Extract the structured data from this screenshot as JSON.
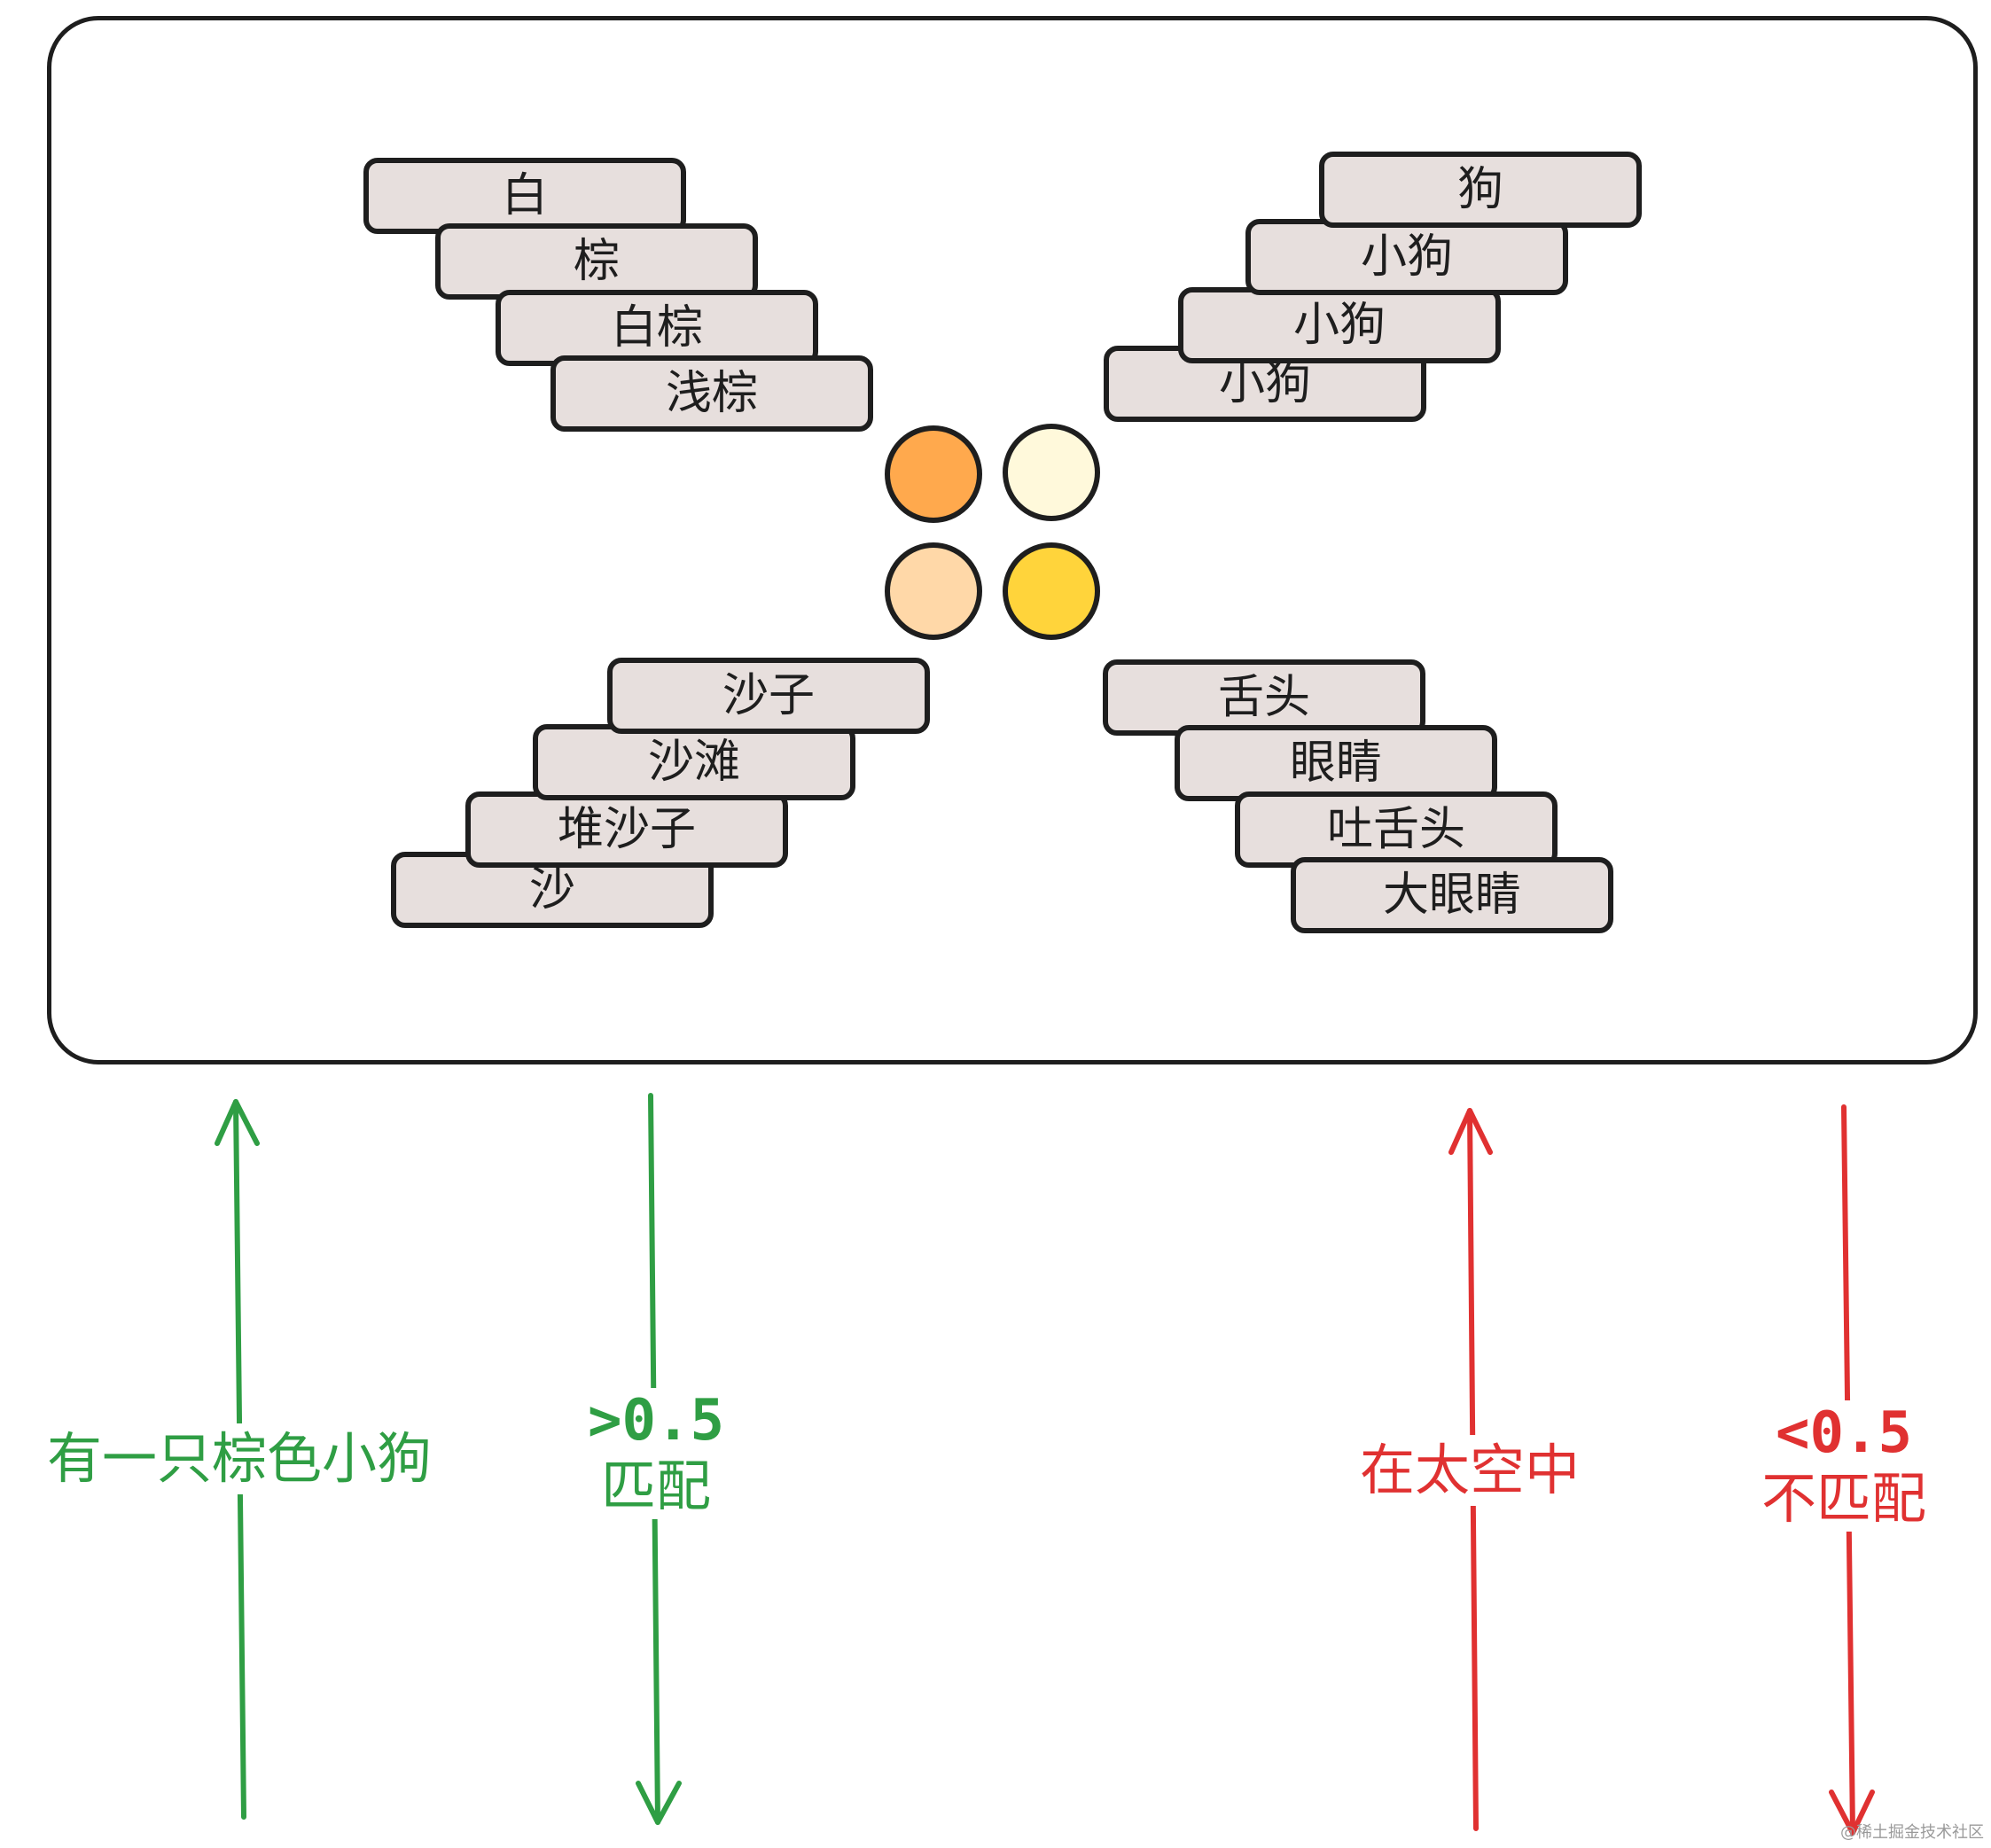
{
  "groups": {
    "top_left": [
      "白",
      "棕",
      "白棕",
      "浅棕"
    ],
    "top_right": [
      "狗",
      "小狗",
      "小狗",
      "小狗"
    ],
    "bottom_left": [
      "沙子",
      "沙滩",
      "堆沙子",
      "沙"
    ],
    "bottom_right": [
      "舌头",
      "眼睛",
      "吐舌头",
      "大眼睛"
    ]
  },
  "dots": {
    "top_left": "#ffa94d",
    "top_right": "#fff9db",
    "bottom_left": "#ffd8a8",
    "bottom_right": "#ffd43b"
  },
  "arrows": {
    "a1": {
      "text": "有一只棕色小狗",
      "direction": "up",
      "color": "#2f9e44"
    },
    "a2": {
      "value": ">0.5",
      "text": "匹配",
      "direction": "down",
      "color": "#2f9e44"
    },
    "a3": {
      "text": "在太空中",
      "direction": "up",
      "color": "#e03131"
    },
    "a4": {
      "value": "<0.5",
      "text": "不匹配",
      "direction": "down",
      "color": "#e03131"
    }
  },
  "watermark": "@稀土掘金技术社区"
}
